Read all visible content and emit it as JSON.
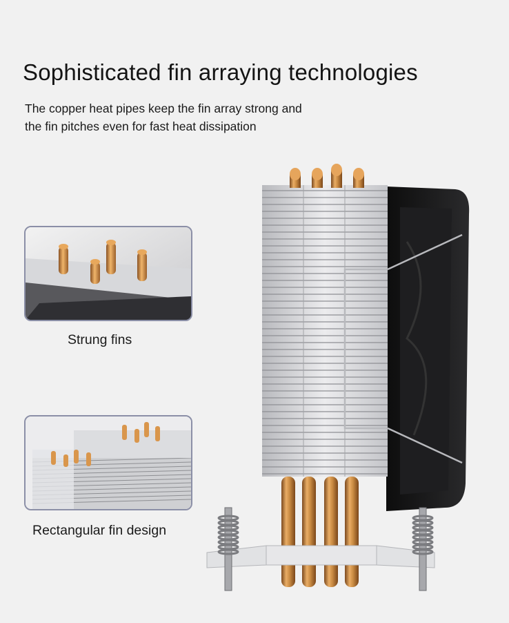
{
  "headline": "Sophisticated fin arraying technologies",
  "description": {
    "line1": "The copper heat pipes keep the fin array strong and",
    "line2": "the fin pitches even for fast heat dissipation"
  },
  "features": [
    {
      "caption": "Strung fins"
    },
    {
      "caption": "Rectangular fin design"
    }
  ],
  "colors": {
    "background": "#f1f1f1",
    "copper": "#c9893f",
    "fin": "#d9dadd",
    "fan": "#161616",
    "thumb_border": "#8b8fa7"
  }
}
